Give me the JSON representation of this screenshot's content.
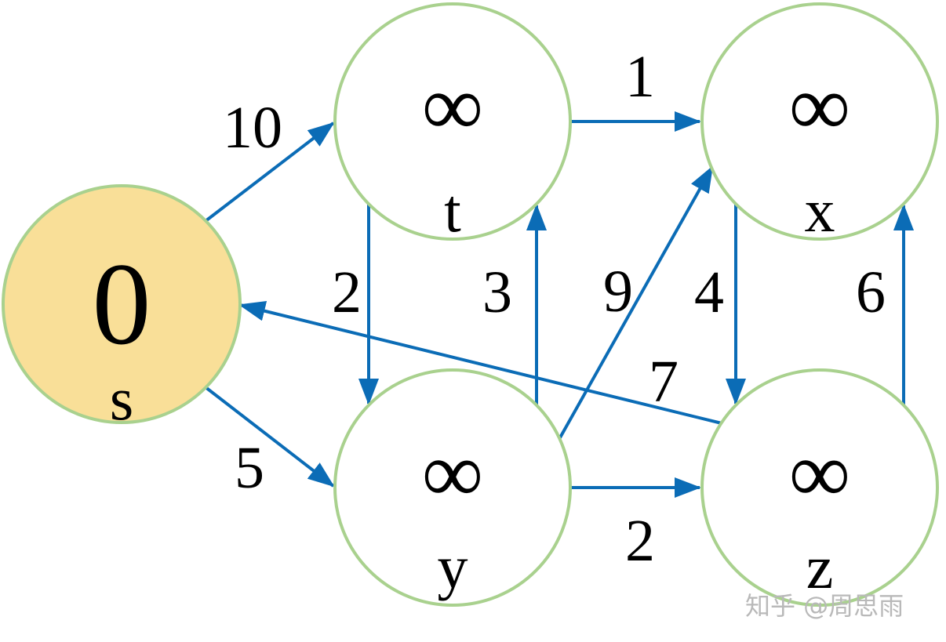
{
  "colors": {
    "edge": "#0b6cb6",
    "node_border": "#a9d18e",
    "source_fill": "#f9df98",
    "node_fill": "#ffffff"
  },
  "nodes": [
    {
      "id": "s",
      "label": "s",
      "value": "0",
      "is_source": true
    },
    {
      "id": "t",
      "label": "t",
      "value": "∞",
      "is_source": false
    },
    {
      "id": "x",
      "label": "x",
      "value": "∞",
      "is_source": false
    },
    {
      "id": "y",
      "label": "y",
      "value": "∞",
      "is_source": false
    },
    {
      "id": "z",
      "label": "z",
      "value": "∞",
      "is_source": false
    }
  ],
  "edges": [
    {
      "from": "s",
      "to": "t",
      "weight": "10"
    },
    {
      "from": "s",
      "to": "y",
      "weight": "5"
    },
    {
      "from": "t",
      "to": "x",
      "weight": "1"
    },
    {
      "from": "t",
      "to": "y",
      "weight": "2"
    },
    {
      "from": "y",
      "to": "t",
      "weight": "3"
    },
    {
      "from": "y",
      "to": "x",
      "weight": "9"
    },
    {
      "from": "y",
      "to": "z",
      "weight": "2"
    },
    {
      "from": "x",
      "to": "z",
      "weight": "4"
    },
    {
      "from": "z",
      "to": "x",
      "weight": "6"
    },
    {
      "from": "z",
      "to": "s",
      "weight": "7"
    }
  ],
  "watermark": "知乎 @周思雨"
}
